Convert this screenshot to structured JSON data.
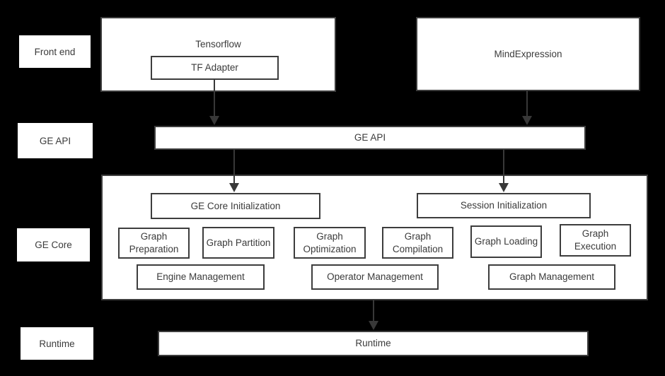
{
  "labels": {
    "front_end": "Front end",
    "ge_api": "GE API",
    "ge_core": "GE Core",
    "runtime": "Runtime"
  },
  "front_end": {
    "tensorflow": "Tensorflow",
    "tf_adapter": "TF Adapter",
    "mind_expression": "MindExpression"
  },
  "ge_api": {
    "bar": "GE API"
  },
  "ge_core": {
    "ge_core_init": "GE Core Initialization",
    "session_init": "Session Initialization",
    "modules_row1": [
      "Graph Preparation",
      "Graph Partition",
      "Graph Optimization",
      "Graph Compilation",
      "Graph Loading",
      "Graph Execution"
    ],
    "modules_row2": [
      "Engine Management",
      "Operator Management",
      "Graph Management"
    ]
  },
  "runtime": {
    "bar": "Runtime"
  },
  "colors": {
    "background": "#000000",
    "box_fill": "#ffffff",
    "box_border": "#3d3d3d",
    "text": "#3b3b3b",
    "arrow": "#383838"
  }
}
